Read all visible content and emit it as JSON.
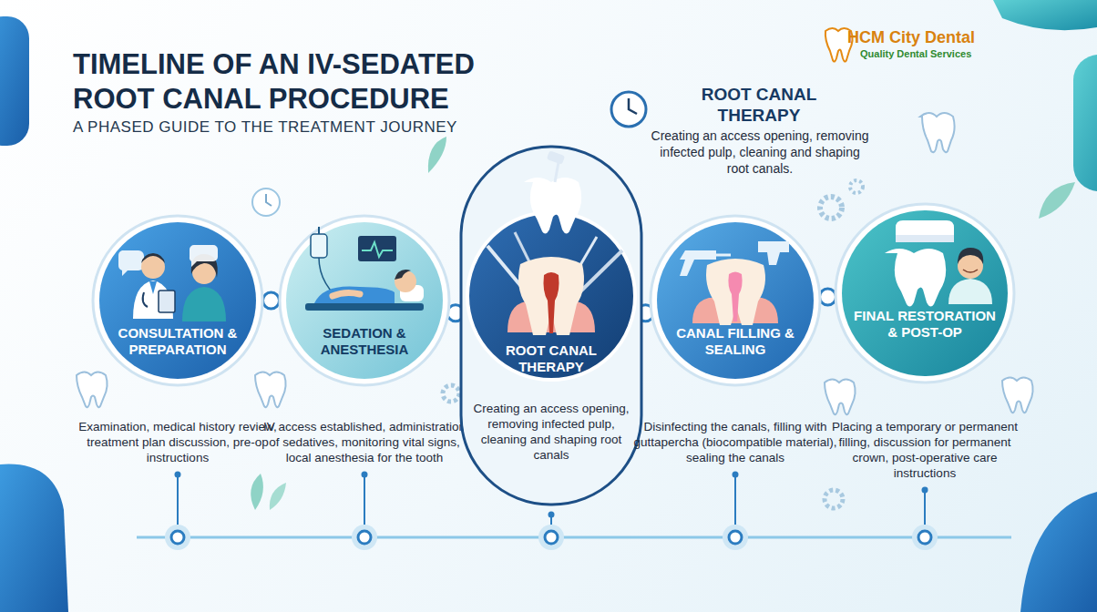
{
  "diagram": {
    "title": "TIMELINE OF AN IV-SEDATED ROOT CANAL PROCEDURE",
    "caption": "A PHASED GUIDE TO THE TREATMENT JOURNEY",
    "nodes": [
      {
        "text": [
          "CONSULTATION & PREPARATION",
          "Examination, medical history review, treatment plan discussion, pre-op instructions"
        ]
      },
      {
        "text": [
          "SEDATION & ANESTHESIA",
          "IV access established, administration of sedatives, monitoring vital signs, local anesthesia for the tooth"
        ]
      },
      {
        "text": [
          "ROOT CANAL THERAPY",
          "Creating an access opening, removing infected pulp, cleaning and shaping root canals"
        ]
      },
      {
        "text": [
          "CANAL FILLING & SEALING",
          "Disinfecting the canals, filling with guttapercha (biocompatible material), sealing the canals"
        ]
      },
      {
        "text": [
          "FINAL RESTORATION & POST-OP",
          "Placing a temporary or permanent filling, discussion for permanent crown, post-operative care instructions"
        ]
      }
    ],
    "edges": [
      {
        "from": 0,
        "to": 1,
        "arrow": "none"
      },
      {
        "from": 1,
        "to": 2,
        "arrow": "none"
      },
      {
        "from": 2,
        "to": 3,
        "arrow": "none"
      },
      {
        "from": 3,
        "to": 4,
        "arrow": "none"
      }
    ],
    "labels": [
      "HCM City Dental",
      "Quality Dental Services",
      "ROOT CANAL THERAPY",
      "Creating an access opening, removing infected pulp, cleaning and shaping root canals."
    ]
  }
}
